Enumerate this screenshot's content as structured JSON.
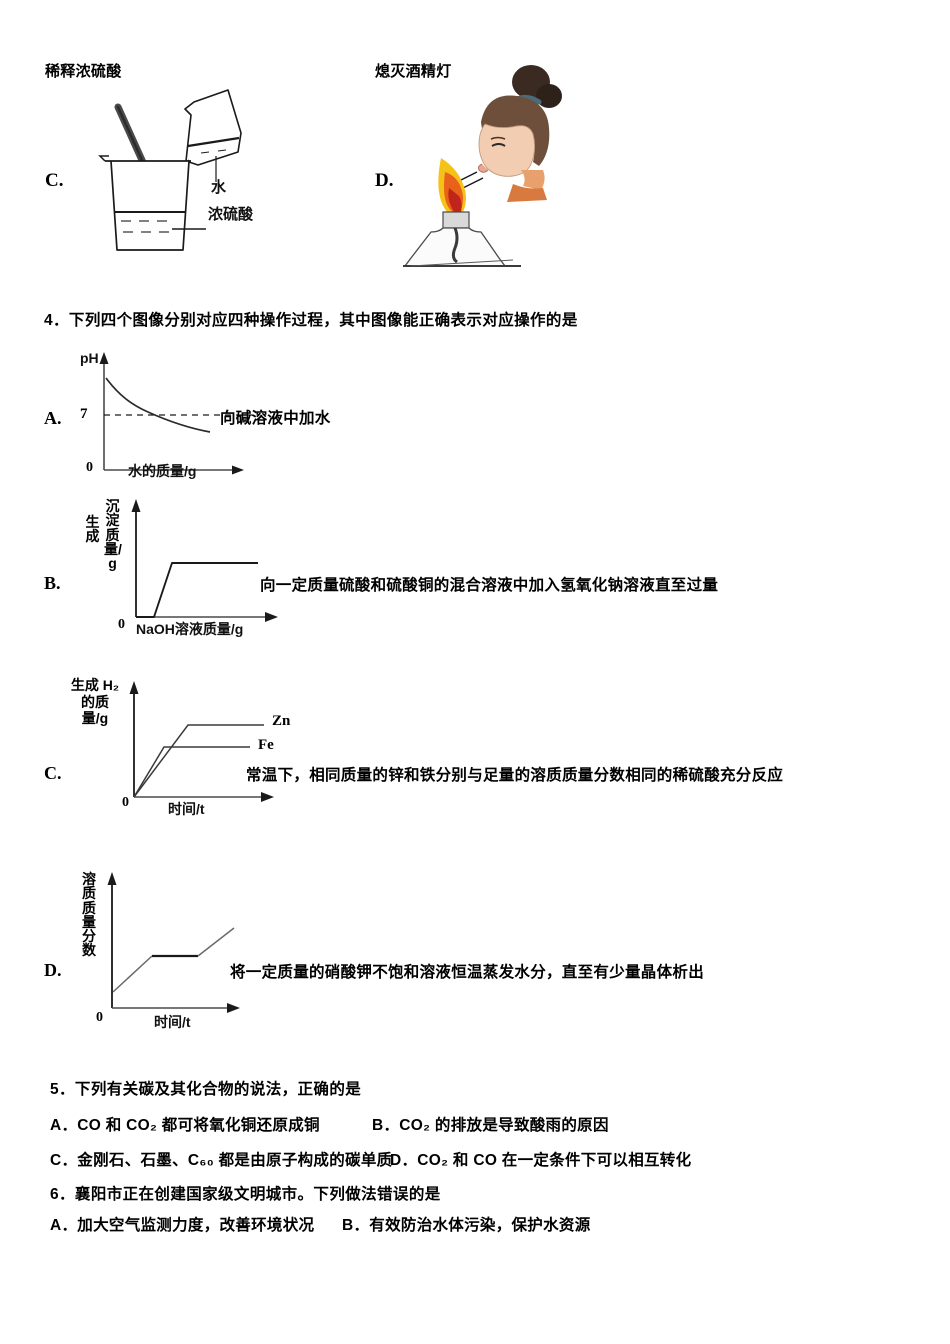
{
  "apparatus": {
    "items": [
      {
        "letter": "C.",
        "caption": "稀释浓硫酸",
        "labels": {
          "top": "水",
          "bottom": "浓硫酸"
        },
        "icon": "beaker-dilution-icon"
      },
      {
        "letter": "D.",
        "caption": "熄灭酒精灯",
        "icon": "alcohol-lamp-blowout-icon"
      }
    ]
  },
  "questions": [
    {
      "number": "4.",
      "stem": "4．下列四个图像分别对应四种操作过程，其中图像能正确表示对应操作的是",
      "options": [
        {
          "letter": "A．",
          "description": "向碱溶液中加水"
        },
        {
          "letter": "B．",
          "description": "向一定质量硫酸和硫酸铜的混合溶液中加入氢氧化钠溶液直至过量"
        },
        {
          "letter": "C．",
          "description": "常温下，相同质量的锌和铁分别与足量的溶质质量分数相同的稀硫酸充分反应"
        },
        {
          "letter": "D．",
          "description": "将一定质量的硝酸钾不饱和溶液恒温蒸发水分，直至有少量晶体析出"
        }
      ]
    },
    {
      "number": "5.",
      "stem": "5．下列有关碳及其化合物的说法，正确的是",
      "option_a": "A．CO 和 CO₂ 都可将氧化铜还原成铜",
      "option_b": "B．CO₂ 的排放是导致酸雨的原因",
      "option_c": "C．金刚石、石墨、C₆₀ 都是由原子构成的碳单质",
      "option_d": "D．CO₂ 和 CO 在一定条件下可以相互转化"
    },
    {
      "number": "6.",
      "stem": "6．襄阳市正在创建国家级文明城市。下列做法错误的是",
      "option_a": "A．加大空气监测力度，改善环境状况",
      "option_b": "B．有效防治水体污染，保护水资源"
    }
  ],
  "chart_data": [
    {
      "id": "chart-a",
      "type": "line",
      "letter": "A.",
      "title": "",
      "xlabel": "水的质量/g",
      "ylabel": "pH",
      "origin_label": "0",
      "ytick_labels": [
        "7"
      ],
      "reference_line": {
        "value": 7,
        "style": "dashed"
      },
      "description": "向碱溶液中加水",
      "series": [
        {
          "name": "pH",
          "x": [
            0,
            5,
            12,
            22,
            34,
            48,
            62,
            76,
            90
          ],
          "y": [
            11.0,
            9.6,
            8.4,
            7.4,
            6.7,
            6.1,
            5.7,
            5.4,
            5.2
          ]
        }
      ],
      "grid": false,
      "legend": "none"
    },
    {
      "id": "chart-b",
      "type": "line",
      "letter": "B.",
      "xlabel": "NaOH溶液质量/g",
      "ylabel_left": "生成",
      "ylabel_right": "沉淀质量/g",
      "origin_label": "0",
      "description": "向一定质量硫酸和硫酸铜的混合溶液中加入氢氧化钠溶液直至过量",
      "series": [
        {
          "name": "沉淀质量",
          "x": [
            0,
            15,
            38,
            120
          ],
          "y": [
            0,
            0,
            62,
            62
          ]
        }
      ],
      "grid": false,
      "legend": "none"
    },
    {
      "id": "chart-c",
      "type": "line",
      "letter": "C.",
      "xlabel": "时间/t",
      "ylabel": "生成 H₂ 的质量/g",
      "origin_label": "0",
      "description": "常温下，相同质量的锌和铁分别与足量的溶质质量分数相同的稀硫酸充分反应",
      "series": [
        {
          "name": "Zn",
          "x": [
            0,
            52,
            125
          ],
          "y": [
            0,
            74,
            74
          ]
        },
        {
          "name": "Fe",
          "x": [
            0,
            27,
            125
          ],
          "y": [
            0,
            50,
            50
          ]
        }
      ],
      "grid": false,
      "legend": "right"
    },
    {
      "id": "chart-d",
      "type": "line",
      "letter": "D.",
      "xlabel": "时间/t",
      "ylabel": "溶质质量分数",
      "origin_label": "0",
      "description": "将一定质量的硝酸钾不饱和溶液恒温蒸发水分，直至有少量晶体析出",
      "series": [
        {
          "name": "溶质质量分数",
          "x": [
            0,
            38,
            80,
            118
          ],
          "y": [
            12,
            48,
            48,
            82
          ]
        }
      ],
      "grid": false,
      "legend": "none"
    }
  ]
}
